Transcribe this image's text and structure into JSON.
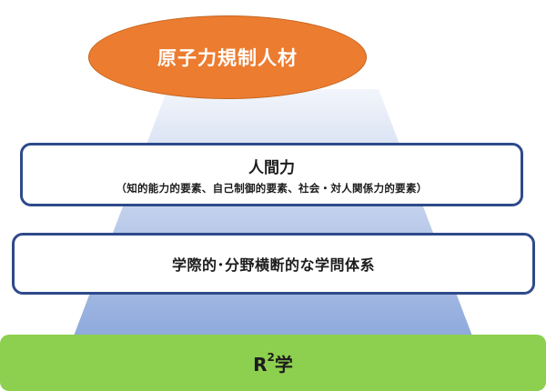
{
  "top": {
    "label": "原子力規制人材"
  },
  "human": {
    "title": "人間力",
    "subtitle": "（知的能力的要素、自己制御的要素、社会・対人関係力的要素）"
  },
  "inter": {
    "title": "学際的･分野横断的な学問体系"
  },
  "base": {
    "letter": "R",
    "exponent": "2",
    "suffix": "学"
  },
  "colors": {
    "top": "#ec7c30",
    "frame": "#2e4a8a",
    "pyramid_top": "#e8eef8",
    "pyramid_bottom": "#8ea9dc",
    "base": "#8dcf4e"
  }
}
